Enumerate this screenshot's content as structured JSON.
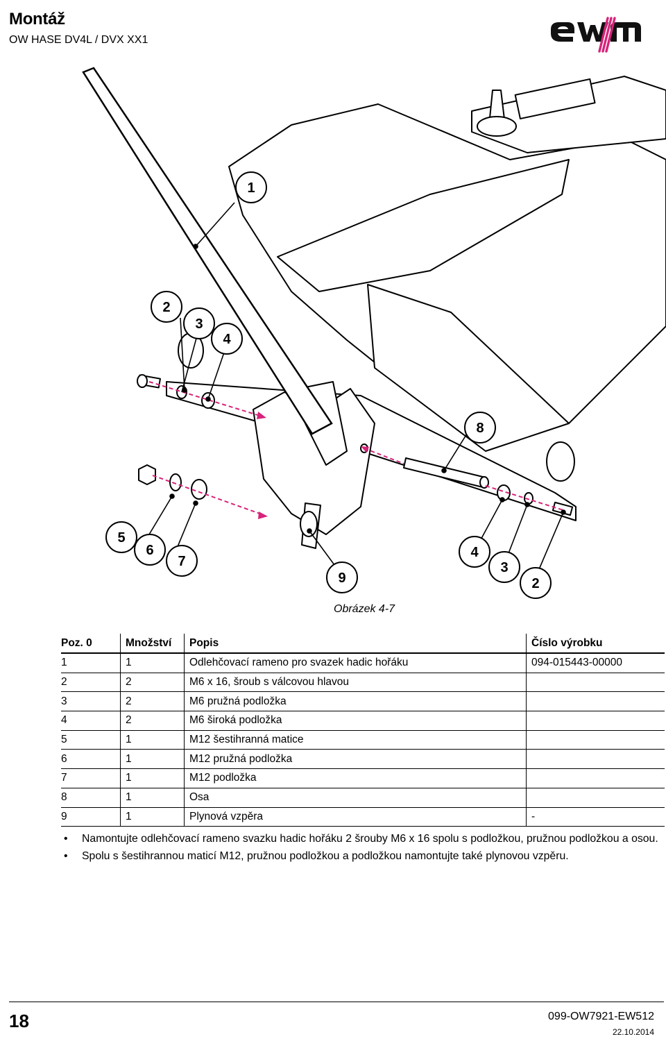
{
  "header": {
    "title": "Montáž",
    "subtitle": "OW HASE DV4L / DVX XX1"
  },
  "figure": {
    "callouts": [
      "1",
      "2",
      "3",
      "4",
      "8",
      "5",
      "6",
      "7",
      "9",
      "4",
      "3",
      "2"
    ],
    "caption": "Obrázek 4-7"
  },
  "parts_table": {
    "columns": [
      "Poz. 0",
      "Množství",
      "Popis",
      "Číslo výrobku"
    ],
    "rows": [
      [
        "1",
        "1",
        "Odlehčovací rameno pro svazek hadic hořáku",
        "094-015443-00000"
      ],
      [
        "2",
        "2",
        "M6 x 16, šroub s válcovou hlavou",
        ""
      ],
      [
        "3",
        "2",
        "M6 pružná podložka",
        ""
      ],
      [
        "4",
        "2",
        "M6 široká podložka",
        ""
      ],
      [
        "5",
        "1",
        "M12 šestihranná matice",
        ""
      ],
      [
        "6",
        "1",
        "M12 pružná podložka",
        ""
      ],
      [
        "7",
        "1",
        "M12 podložka",
        ""
      ],
      [
        "8",
        "1",
        "Osa",
        ""
      ],
      [
        "9",
        "1",
        "Plynová vzpěra",
        "-"
      ]
    ]
  },
  "instructions": {
    "bullet": "•",
    "items": [
      "Namontujte odlehčovací rameno svazku hadic hořáku 2 šrouby M6 x 16 spolu s podložkou, pružnou podložkou a osou.",
      "Spolu s šestihrannou maticí M12, pružnou podložkou a podložkou namontujte také plynovou vzpěru."
    ]
  },
  "footer": {
    "page_number": "18",
    "doc_number": "099-OW7921-EW512",
    "date": "22.10.2014"
  },
  "colors": {
    "leader_pink": "#d6247a",
    "brand_black": "#111111"
  }
}
